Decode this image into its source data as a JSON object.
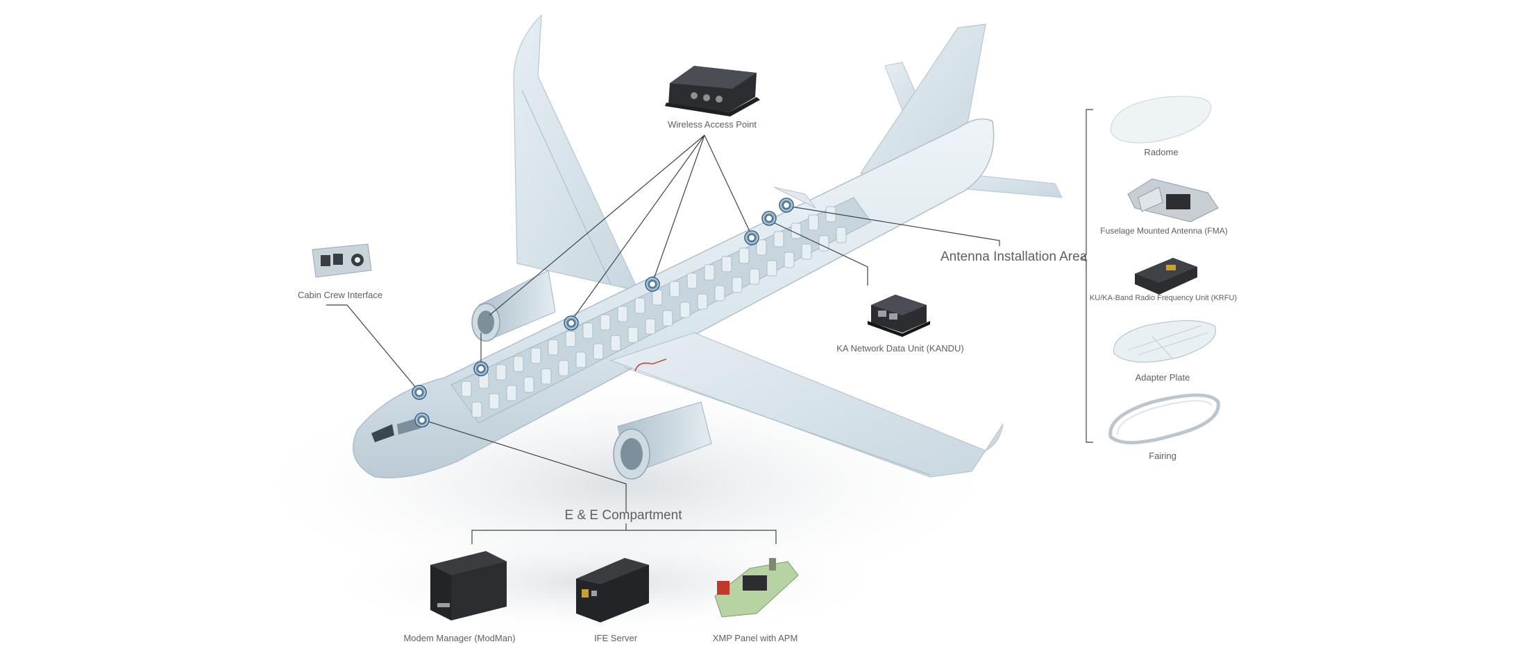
{
  "diagram": {
    "callouts": {
      "wireless_access_point": "Wireless Access Point",
      "cabin_crew_interface": "Cabin Crew Interface",
      "kandu": "KA Network Data Unit (KANDU)",
      "antenna_installation_area": "Antenna Installation Area",
      "ee_compartment": "E & E Compartment"
    },
    "antenna_components": [
      "Radome",
      "Fuselage Mounted Antenna (FMA)",
      "KU/KA-Band Radio Frequency Unit (KRFU)",
      "Adapter Plate",
      "Fairing"
    ],
    "ee_components": [
      "Modem Manager (ModMan)",
      "IFE Server",
      "XMP Panel with APM"
    ]
  },
  "colors": {
    "airframe": "#dfe9ef",
    "airframe_shadow": "#b9c9d3",
    "leader_line": "#3d4248",
    "marker": "#2f5e86",
    "equipment_dark": "#2b2d31",
    "panel_green": "#b8d3a2"
  }
}
